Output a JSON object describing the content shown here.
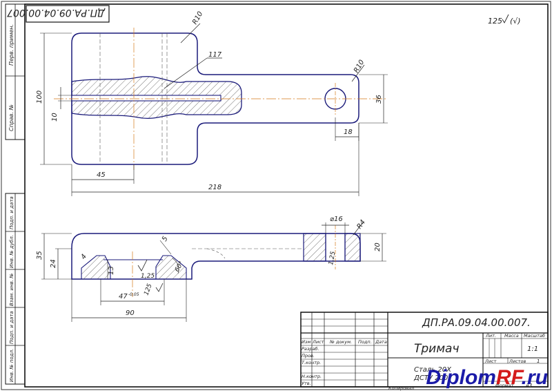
{
  "drawing": {
    "code_stamp": "ДП.РА.09.04.00.007",
    "code_title_block": "ДП.РА.09.04.00.007.",
    "part_name": "Тримач",
    "material_line1": "Сталь 20Х",
    "material_line2": "ДСТУ 2007",
    "surface_finish": "125",
    "surface_finish_suffix": "(√)",
    "scale": "1:1",
    "sheet_label": "Лист",
    "sheets_label": "Листов",
    "sheets_count": "1",
    "format_label": "Формат",
    "format_value": "А3",
    "copied_label": "Копировал"
  },
  "title_block": {
    "col_headers": [
      "Изм",
      "Лист",
      "№ докум.",
      "Подп.",
      "Дата"
    ],
    "roles": [
      "Разраб.",
      "Пров.",
      "Т.контр.",
      "Н.контр.",
      "Утв."
    ],
    "mass_headers": [
      "Лит.",
      "Масса",
      "Масштаб"
    ]
  },
  "side_stamp": [
    "Перв. примен.",
    "Справ. №",
    "Подп. и дата",
    "Инв. № дубл.",
    "Взам. инв. №",
    "Подп. и дата",
    "Инв. № подл."
  ],
  "dimensions": {
    "top": {
      "r_left": "R10",
      "r_right": "R10",
      "height_100": "100",
      "slot_10": "10",
      "leader_117": "117",
      "width_36": "36",
      "width_18": "18",
      "len_45": "45",
      "len_218": "218"
    },
    "bottom": {
      "h_35": "35",
      "h_24": "24",
      "d16": "⌀16",
      "r4": "R4",
      "h_20": "20",
      "chamfer_125": "1,25",
      "depth_5": "5",
      "angle_60": "60°",
      "depth_4": "4",
      "h_13": "13",
      "gr_125": "1,25",
      "gr_125b": "125",
      "len_47": "47",
      "len_47_tol": "-0,05",
      "len_90": "90"
    }
  },
  "watermark": {
    "part1": "Diplom",
    "part2": "RF",
    "part3": ".ru"
  }
}
